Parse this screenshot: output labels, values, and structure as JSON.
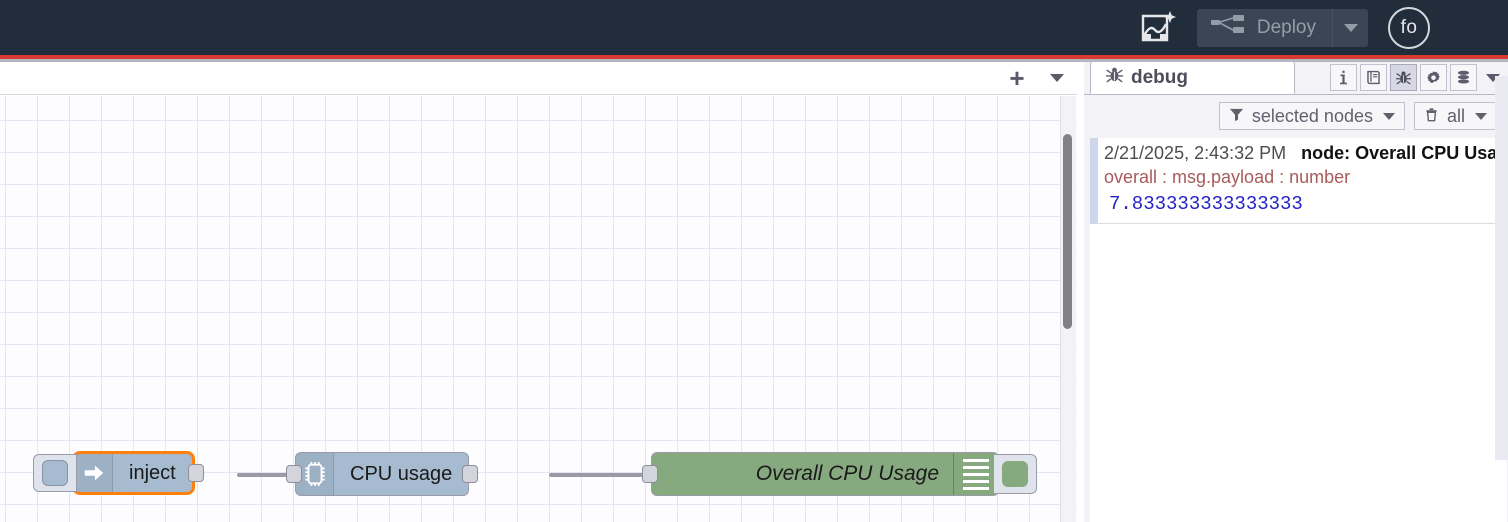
{
  "header": {
    "ai_icon": "flow-sparkle-icon",
    "deploy_label": "Deploy",
    "deploy_icon": "deploy-icon",
    "deploy_caret_icon": "chevron-down-icon",
    "user_initials": "fo",
    "menu_icon": "hamburger-menu-icon",
    "bg_color": "#212d3b",
    "accent_color": "#d73a32"
  },
  "workspace": {
    "tabbar": {
      "add_tab_label": "+",
      "tab_menu_icon": "chevron-down-icon",
      "tabs": []
    },
    "canvas": {
      "grid_color": "#e3e5f5",
      "bg_color": "#fdfdff"
    },
    "nodes": [
      {
        "id": "inject",
        "label": "inject",
        "type": "inject",
        "color": "#a6bbcf",
        "selected": true,
        "selection_color": "#ff7f0e",
        "icon": "arrow-right-icon"
      },
      {
        "id": "cpu-usage",
        "label": "CPU usage",
        "type": "cpu",
        "color": "#a6bbcf",
        "selected": false,
        "icon": "microchip-icon"
      },
      {
        "id": "overall-cpu-usage",
        "label": "Overall CPU Usage",
        "type": "debug",
        "color": "#87a980",
        "selected": false,
        "icon": "debug-lines-icon"
      }
    ]
  },
  "sidebar": {
    "tab": {
      "label": "debug",
      "icon": "bug-icon"
    },
    "tools": [
      {
        "name": "info-icon",
        "glyph": "i",
        "active": false
      },
      {
        "name": "help-book-icon",
        "glyph": "book",
        "active": false
      },
      {
        "name": "debug-bug-icon",
        "glyph": "bug",
        "active": true
      },
      {
        "name": "config-gear-icon",
        "glyph": "gear",
        "active": false
      },
      {
        "name": "context-data-icon",
        "glyph": "database",
        "active": false
      }
    ],
    "tools_caret_icon": "chevron-down-icon",
    "filters": {
      "node_filter_label": "selected nodes",
      "node_filter_icon": "filter-icon",
      "clear_label": "all",
      "clear_icon": "trash-icon",
      "caret_icon": "chevron-down-icon"
    },
    "messages": [
      {
        "timestamp": "2/21/2025, 2:43:32 PM",
        "node": "node: Overall CPU Usage",
        "topic": "overall : msg.payload : number",
        "value": "7.833333333333333",
        "value_color": "#2323c8",
        "topic_color": "#a85b5b"
      }
    ]
  }
}
